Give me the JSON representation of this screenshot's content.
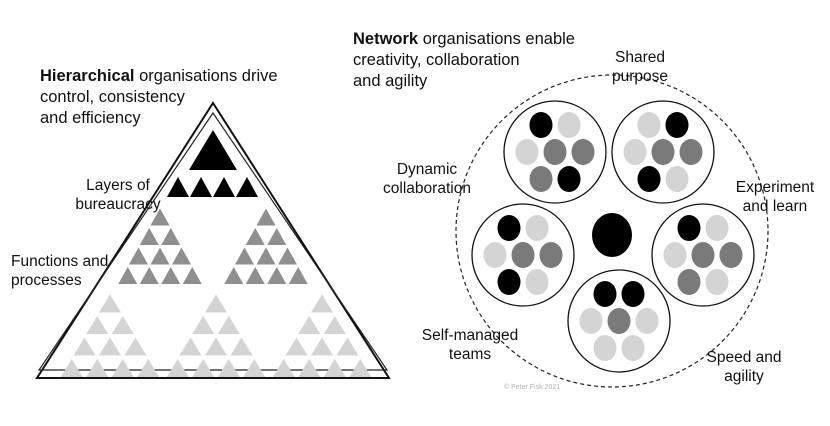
{
  "left": {
    "heading_bold": "Hierarchical",
    "heading_line1": " organisations drive",
    "heading_line2": "control, consistency",
    "heading_line3": "and efficiency",
    "label_layers_1": "Layers of",
    "label_layers_2": "bureaucracy",
    "label_functions_1": "Functions and",
    "label_functions_2": "processes"
  },
  "right": {
    "heading_bold": "Network",
    "heading_line1": " organisations enable",
    "heading_line2": "creativity, collaboration",
    "heading_line3": "and agility",
    "label_shared_1": "Shared",
    "label_shared_2": "purpose",
    "label_dynamic_1": "Dynamic",
    "label_dynamic_2": "collaboration",
    "label_experiment_1": "Experiment",
    "label_experiment_2": "and learn",
    "label_selfmanaged_1": "Self-managed",
    "label_selfmanaged_2": "teams",
    "label_speed_1": "Speed and",
    "label_speed_2": "agility"
  },
  "copyright": "© Peter Fisk 2021",
  "colors": {
    "black": "#000000",
    "dark_grey": "#7a7a7a",
    "mid_grey": "#8f8f8f",
    "light_grey": "#d4d4d4",
    "lighter_grey": "#cfcfcf"
  }
}
